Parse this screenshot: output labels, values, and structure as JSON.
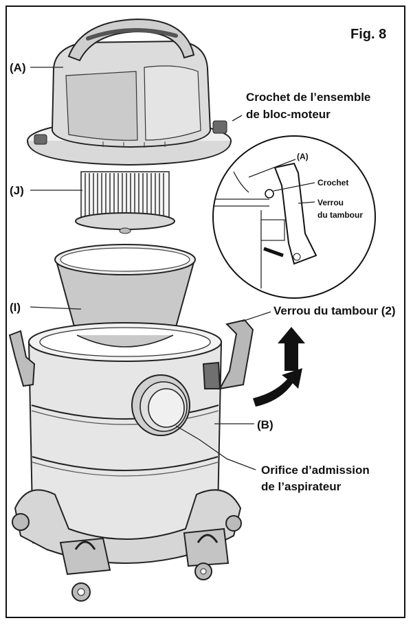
{
  "figure_label": "Fig. 8",
  "callouts": {
    "a": "(A)",
    "j": "(J)",
    "i": "(I)",
    "b": "(B)"
  },
  "motor_hook": {
    "line1": "Crochet de l’ensemble",
    "line2": "de bloc-moteur"
  },
  "detail_inset": {
    "a": "(A)",
    "hook": "Crochet",
    "latch_line1": "Verrou",
    "latch_line2": "du tambour"
  },
  "drum_latch": "Verrou du tambour (2)",
  "inlet": {
    "line1": "Orifice d’admission",
    "line2": "de l’aspirateur"
  },
  "colors": {
    "ink": "#111111",
    "fill_light": "#e9e9e9",
    "fill_mid": "#cfcfcf",
    "fill_dark": "#9a9a9a",
    "filter_bag": "#c9c9c9"
  }
}
